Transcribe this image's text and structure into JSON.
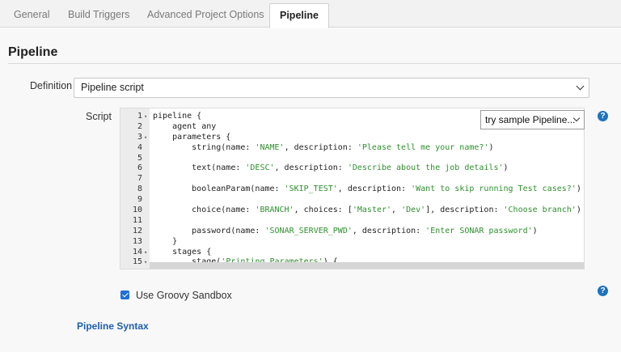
{
  "tabs": [
    {
      "label": "General",
      "active": false
    },
    {
      "label": "Build Triggers",
      "active": false
    },
    {
      "label": "Advanced Project Options",
      "active": false
    },
    {
      "label": "Pipeline",
      "active": true
    }
  ],
  "section": {
    "title": "Pipeline"
  },
  "definition": {
    "label": "Definition",
    "value": "Pipeline script"
  },
  "script": {
    "label": "Script",
    "sample_select": "try sample Pipeline...",
    "lines": [
      {
        "num": "1",
        "fold": "▾",
        "code": "pipeline {"
      },
      {
        "num": "2",
        "fold": "",
        "code": "    agent any"
      },
      {
        "num": "3",
        "fold": "▾",
        "code": "    parameters {"
      },
      {
        "num": "4",
        "fold": "",
        "pre": "        string(name: ",
        "s1": "'NAME'",
        "mid": ", description: ",
        "s2": "'Please tell me your name?'",
        "post": ")"
      },
      {
        "num": "5",
        "fold": "",
        "code": ""
      },
      {
        "num": "6",
        "fold": "",
        "pre": "        text(name: ",
        "s1": "'DESC'",
        "mid": ", description: ",
        "s2": "'Describe about the job details'",
        "post": ")"
      },
      {
        "num": "7",
        "fold": "",
        "code": ""
      },
      {
        "num": "8",
        "fold": "",
        "pre": "        booleanParam(name: ",
        "s1": "'SKIP_TEST'",
        "mid": ", description: ",
        "s2": "'Want to skip running Test cases?'",
        "post": ")"
      },
      {
        "num": "9",
        "fold": "",
        "code": ""
      },
      {
        "num": "10",
        "fold": "",
        "pre": "        choice(name: ",
        "s1": "'BRANCH'",
        "mid": ", choices: [",
        "s2": "'Master'",
        "mid2": ", ",
        "s3": "'Dev'",
        "mid3": "], description: ",
        "s4": "'Choose branch'",
        "post": ")"
      },
      {
        "num": "11",
        "fold": "",
        "code": ""
      },
      {
        "num": "12",
        "fold": "",
        "pre": "        password(name: ",
        "s1": "'SONAR_SERVER_PWD'",
        "mid": ", description: ",
        "s2": "'Enter SONAR password'",
        "post": ")"
      },
      {
        "num": "13",
        "fold": "",
        "code": "    }"
      },
      {
        "num": "14",
        "fold": "▾",
        "code": "    stages {"
      },
      {
        "num": "15",
        "fold": "▾",
        "pre": "        stage(",
        "s1": "'Printing Parameters'",
        "post": ") {"
      }
    ]
  },
  "sandbox": {
    "label": "Use Groovy Sandbox",
    "checked": true
  },
  "syntax_link": "Pipeline Syntax",
  "colors": {
    "accent": "#1e73be",
    "string": "#2f8f2f",
    "link": "#1e5fa8"
  }
}
